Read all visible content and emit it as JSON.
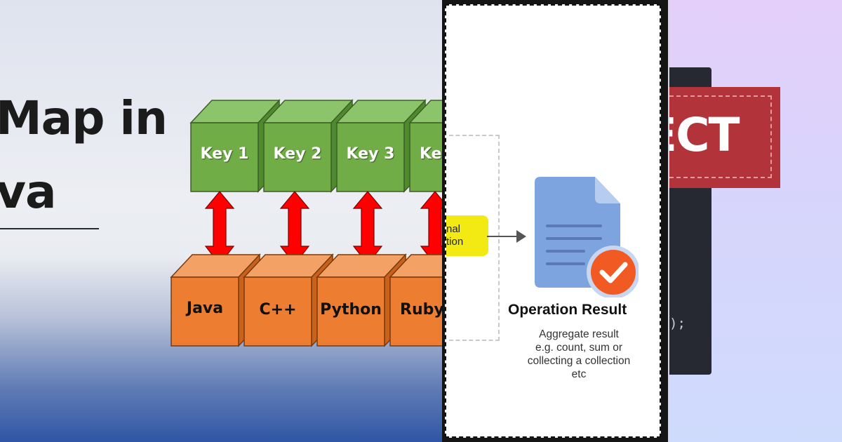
{
  "panel_java_map": {
    "title_line_1": "Map in",
    "title_line_2": "va",
    "keys": [
      "Key 1",
      "Key 2",
      "Key 3",
      "Key"
    ],
    "values": [
      "Java",
      "C++",
      "Python",
      "Ruby"
    ],
    "colors": {
      "key_front": "#70ad47",
      "value_front": "#ed7d31",
      "arrow": "#ff0000"
    }
  },
  "panel_stream": {
    "yellow_label_line_1": "nal",
    "yellow_label_line_2": "tion",
    "result_title": "Operation Result",
    "result_desc_line_1": "Aggregate result",
    "result_desc_line_2": "e.g. count, sum or",
    "result_desc_line_3": "collecting a collection",
    "result_desc_line_4": "etc",
    "colors": {
      "doc": "#7ea4e0",
      "check_badge": "#f15a22",
      "yellow": "#f2ea12"
    }
  },
  "panel_collect": {
    "banner_text": "ECT",
    "code_text": ");",
    "colors": {
      "banner": "#b3333b",
      "editor": "#262931"
    }
  }
}
